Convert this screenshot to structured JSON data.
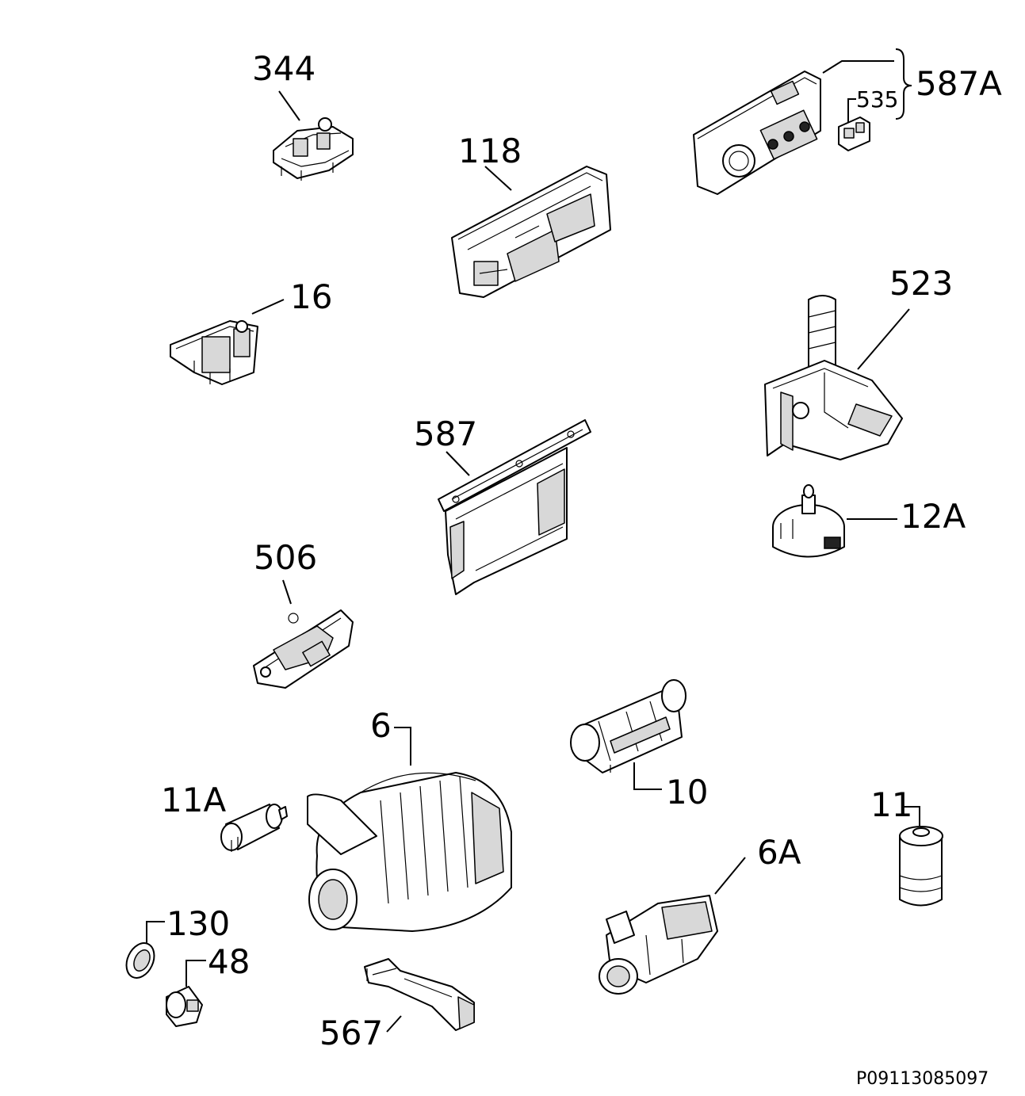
{
  "labels": {
    "l344": "344",
    "l118": "118",
    "l587A": "587A",
    "l535": "535",
    "l16": "16",
    "l523": "523",
    "l587": "587",
    "l12A": "12A",
    "l506": "506",
    "l6": "6",
    "l10": "10",
    "l11A": "11A",
    "l11": "11",
    "l6A": "6A",
    "l130": "130",
    "l48": "48",
    "l567": "567"
  },
  "document_id": "P09113085097"
}
